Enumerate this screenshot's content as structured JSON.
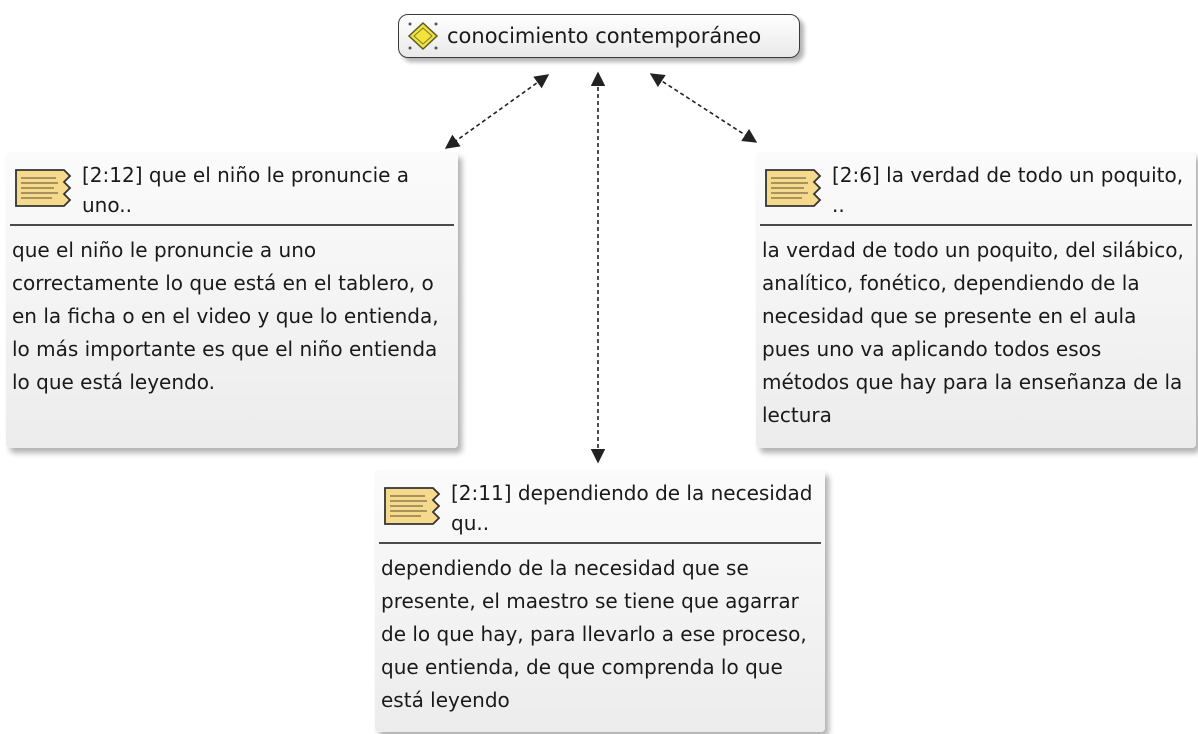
{
  "code": {
    "label": "conocimiento contemporáneo",
    "icon": "code-diamond-icon"
  },
  "quotes": [
    {
      "title": "[2:12] que el niño le pronuncie a uno..",
      "text": "que el niño le pronuncie a uno correctamente lo que está en el tablero, o en la ficha o en el video y que lo entienda, lo más importante es que el niño entienda lo que está leyendo.",
      "icon": "document-icon"
    },
    {
      "title": "[2:6] la verdad de todo un poquito, ..",
      "text": "la verdad de todo un poquito, del silábico, analítico, fonético, dependiendo de la necesidad que se presente en el aula pues uno va aplicando todos esos métodos que hay para la enseñanza de la lectura",
      "icon": "document-icon"
    },
    {
      "title": "[2:11] dependiendo de la necesidad qu..",
      "text": "dependiendo de la necesidad que se presente, el maestro se tiene que agarrar de lo que hay, para llevarlo a ese proceso, que entienda, de que comprenda lo que está leyendo",
      "icon": "document-icon"
    }
  ],
  "colors": {
    "code_icon_fill": "#f3e33a",
    "document_icon_fill": "#f5d98c",
    "link": "#222222"
  }
}
